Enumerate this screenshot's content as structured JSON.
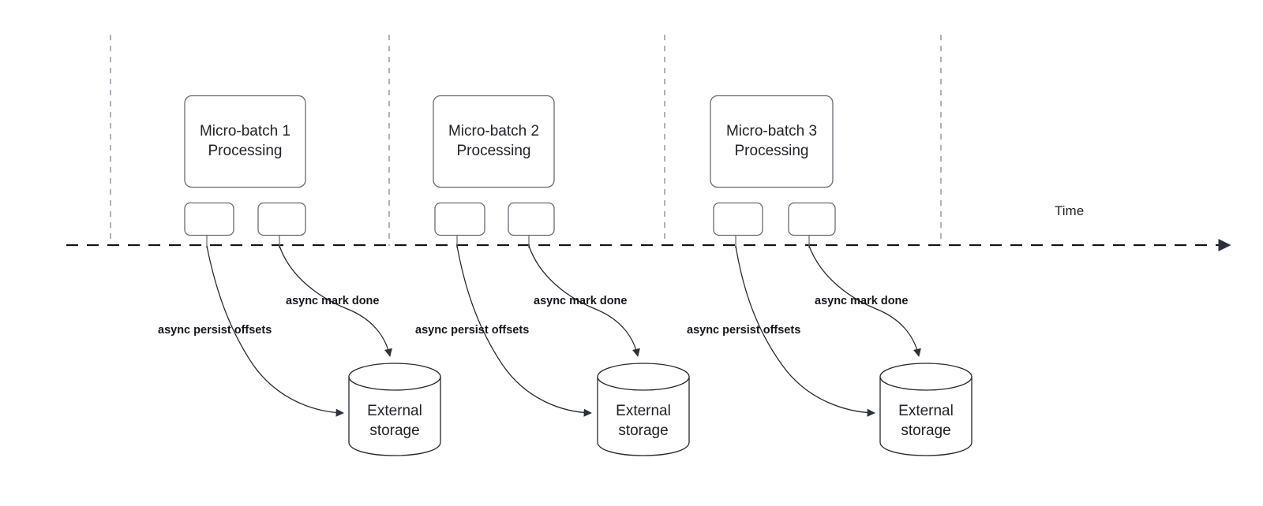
{
  "diagram": {
    "title_text_elements": {
      "time_axis_label": "Time"
    },
    "groups": [
      {
        "id": "group-1",
        "batch_label_line1": "Micro-batch 1",
        "batch_label_line2": "Processing",
        "storage_label_line1": "External",
        "storage_label_line2": "storage",
        "edge_label_persist": "async persist offsets",
        "edge_label_mark_done": "async mark done"
      },
      {
        "id": "group-2",
        "batch_label_line1": "Micro-batch 2",
        "batch_label_line2": "Processing",
        "storage_label_line1": "External",
        "storage_label_line2": "storage",
        "edge_label_persist": "async persist offsets",
        "edge_label_mark_done": "async mark done"
      },
      {
        "id": "group-3",
        "batch_label_line1": "Micro-batch 3",
        "batch_label_line2": "Processing",
        "storage_label_line1": "External",
        "storage_label_line2": "storage",
        "edge_label_persist": "async persist offsets",
        "edge_label_mark_done": "async mark done"
      }
    ],
    "colors": {
      "background": "#ffffff",
      "box_stroke": "#666c75",
      "cylinder_stroke": "#23272b",
      "connector_stroke": "#23272b",
      "timeline_stroke": "#12161c",
      "tick_stroke": "#9aa0a8",
      "node_text": "#222228",
      "edge_text": "#16161c"
    }
  }
}
